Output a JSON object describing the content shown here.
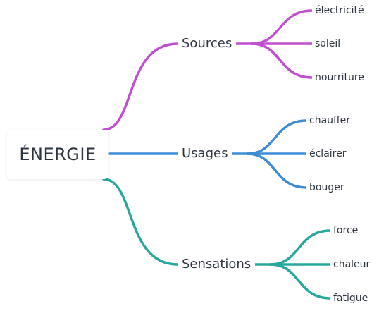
{
  "root": {
    "label": "ÉNERGIE"
  },
  "branches": [
    {
      "label": "Sources",
      "color": "#c04ed0",
      "children": [
        "électricité",
        "soleil",
        "nourriture"
      ]
    },
    {
      "label": "Usages",
      "color": "#3e8bd6",
      "children": [
        "chauffer",
        "éclairer",
        "bouger"
      ]
    },
    {
      "label": "Sensations",
      "color": "#27a89c",
      "children": [
        "force",
        "chaleur",
        "fatigue"
      ]
    }
  ]
}
